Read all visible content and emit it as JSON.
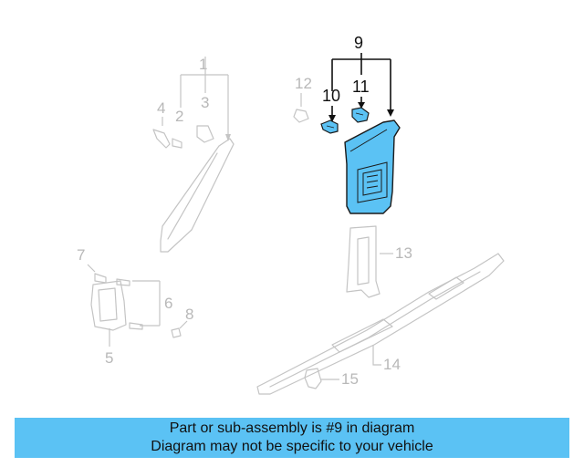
{
  "diagram": {
    "highlight_color": "#5bc2f4",
    "faded_color": "#c4c4c4",
    "callouts": {
      "c1": "1",
      "c2": "2",
      "c3": "3",
      "c4": "4",
      "c5": "5",
      "c6": "6",
      "c7": "7",
      "c8": "8",
      "c9": "9",
      "c10": "10",
      "c11": "11",
      "c12": "12",
      "c13": "13",
      "c14": "14",
      "c15": "15"
    }
  },
  "caption": {
    "line1": "Part or sub-assembly is #9 in diagram",
    "line2": "Diagram may not be specific to your vehicle"
  }
}
